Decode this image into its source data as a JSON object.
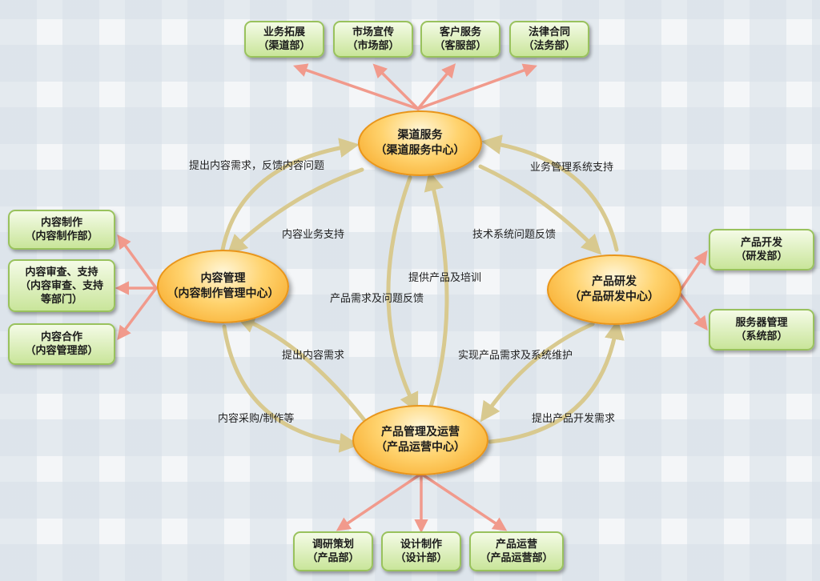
{
  "hubs": {
    "channel": {
      "name": "渠道服务",
      "dept": "（渠道服务中心）"
    },
    "content": {
      "name": "内容管理",
      "dept": "（内容制作管理中心）"
    },
    "rd": {
      "name": "产品研发",
      "dept": "（产品研发中心）"
    },
    "ops": {
      "name": "产品管理及运营",
      "dept": "（产品运营中心）"
    }
  },
  "top_boxes": [
    {
      "name": "业务拓展",
      "dept": "（渠道部）"
    },
    {
      "name": "市场宣传",
      "dept": "（市场部）"
    },
    {
      "name": "客户服务",
      "dept": "（客服部）"
    },
    {
      "name": "法律合同",
      "dept": "（法务部）"
    }
  ],
  "left_boxes": [
    {
      "name": "内容制作",
      "dept": "（内容制作部）"
    },
    {
      "name": "内容审查、支持",
      "dept": "（内容审查、支持",
      "dept2": "等部门）"
    },
    {
      "name": "内容合作",
      "dept": "（内容管理部）"
    }
  ],
  "right_boxes": [
    {
      "name": "产品开发",
      "dept": "（研发部）"
    },
    {
      "name": "服务器管理",
      "dept": "（系统部）"
    }
  ],
  "bottom_boxes": [
    {
      "name": "调研策划",
      "dept": "（产品部）"
    },
    {
      "name": "设计制作",
      "dept": "（设计部）"
    },
    {
      "name": "产品运营",
      "dept": "（产品运营部）"
    }
  ],
  "flows": {
    "content_to_channel": "提出内容需求，反馈内容问题",
    "channel_to_content": "内容业务支持",
    "rd_to_channel": "业务管理系统支持",
    "channel_to_rd": "技术系统问题反馈",
    "channel_to_ops": "提供产品及培训",
    "ops_to_channel": "产品需求及问题反馈",
    "ops_to_content": "提出内容需求",
    "content_to_ops": "内容采购/制作等",
    "rd_to_ops": "实现产品需求及系统维护",
    "ops_to_rd": "提出产品开发需求"
  },
  "colors": {
    "flow_arrow": "#d8c98f",
    "branch_arrow": "#f19a8c",
    "hub_fill": "#ffd36e",
    "box_fill": "#c9e59a"
  }
}
